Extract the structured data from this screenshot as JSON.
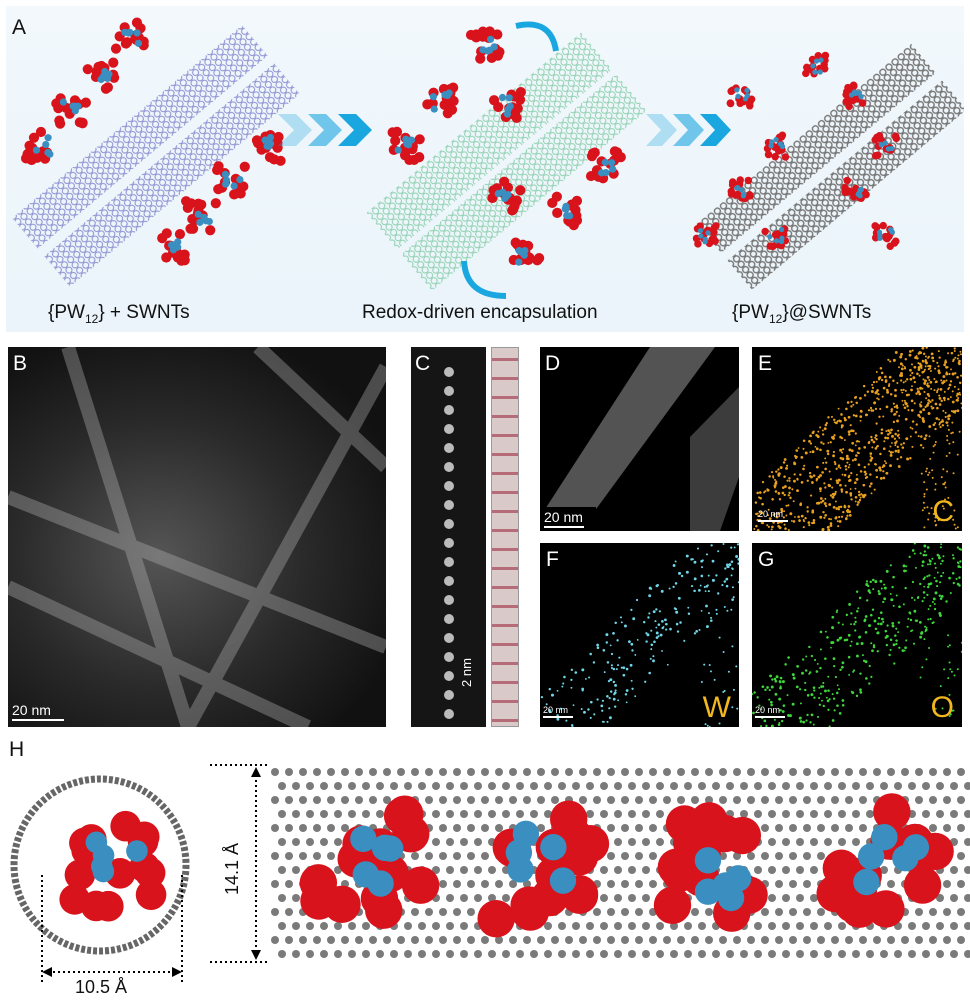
{
  "panel_a": {
    "label": "A",
    "captions": {
      "left_prefix": "{PW",
      "left_sub": "12",
      "left_suffix": "} + SWNTs",
      "center": "Redox-driven encapsulation",
      "right_prefix": "{PW",
      "right_sub": "12",
      "right_suffix": "}@SWNTs"
    }
  },
  "panel_b": {
    "label": "B",
    "scale_bar": "20 nm"
  },
  "panel_c": {
    "label": "C",
    "scale_bar": "2 nm"
  },
  "panel_d": {
    "label": "D",
    "scale_bar": "20 nm"
  },
  "panel_e": {
    "label": "E",
    "scale_bar": "20 nm",
    "element": "C",
    "color": "#e8a020"
  },
  "panel_f": {
    "label": "F",
    "scale_bar": "20 nm",
    "element": "W",
    "color": "#6fd6e8"
  },
  "panel_g": {
    "label": "G",
    "scale_bar": "20 nm",
    "element": "O",
    "color": "#3ed63a"
  },
  "panel_h": {
    "label": "H",
    "width_dimension": "10.5 Å",
    "diameter_dimension": "14.1 Å"
  },
  "colors": {
    "oxygen": "#d8131b",
    "tungsten": "#3a8fc0",
    "carbon": "#7a7a7a",
    "arrow": "#1aa7e0"
  }
}
